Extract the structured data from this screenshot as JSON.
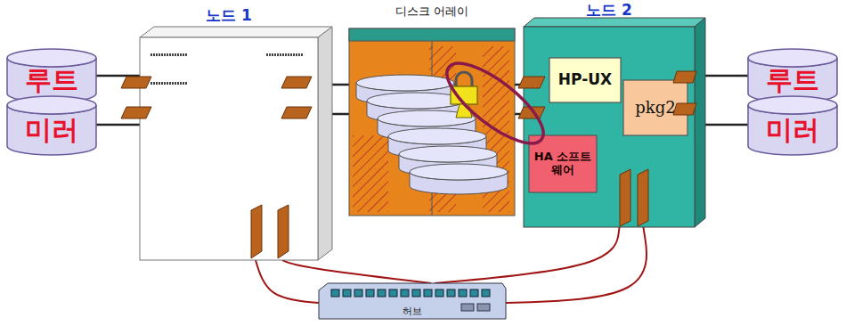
{
  "diagram": {
    "nodes": [
      {
        "text": [
          "루트"
        ]
      },
      {
        "text": [
          "미러"
        ]
      },
      {
        "text": [
          "노드 1"
        ]
      },
      {
        "text": [
          "디스크 어레이"
        ]
      },
      {
        "text": [
          "노드 2"
        ]
      },
      {
        "text": [
          "HP-UX"
        ],
        "in": 4
      },
      {
        "text": [
          "pkg2"
        ],
        "in": 4
      },
      {
        "text": [
          "HA 소프트웨어"
        ],
        "in": 4
      },
      {
        "text": [
          "루트"
        ]
      },
      {
        "text": [
          "미러"
        ]
      },
      {
        "text": [
          "허브"
        ]
      }
    ],
    "edges": [
      {
        "from": 0,
        "to": 2,
        "arrow": "none"
      },
      {
        "from": 1,
        "to": 2,
        "arrow": "none"
      },
      {
        "from": 2,
        "to": 3,
        "arrow": "none"
      },
      {
        "from": 2,
        "to": 3,
        "arrow": "none"
      },
      {
        "from": 3,
        "to": 4,
        "arrow": "none"
      },
      {
        "from": 3,
        "to": 4,
        "arrow": "none"
      },
      {
        "from": 4,
        "to": 8,
        "arrow": "none"
      },
      {
        "from": 4,
        "to": 9,
        "arrow": "none"
      },
      {
        "from": 10,
        "to": 2,
        "arrow": "none"
      },
      {
        "from": 10,
        "to": 2,
        "arrow": "none"
      },
      {
        "from": 10,
        "to": 4,
        "arrow": "none"
      },
      {
        "from": 10,
        "to": 4,
        "arrow": "none"
      }
    ]
  }
}
